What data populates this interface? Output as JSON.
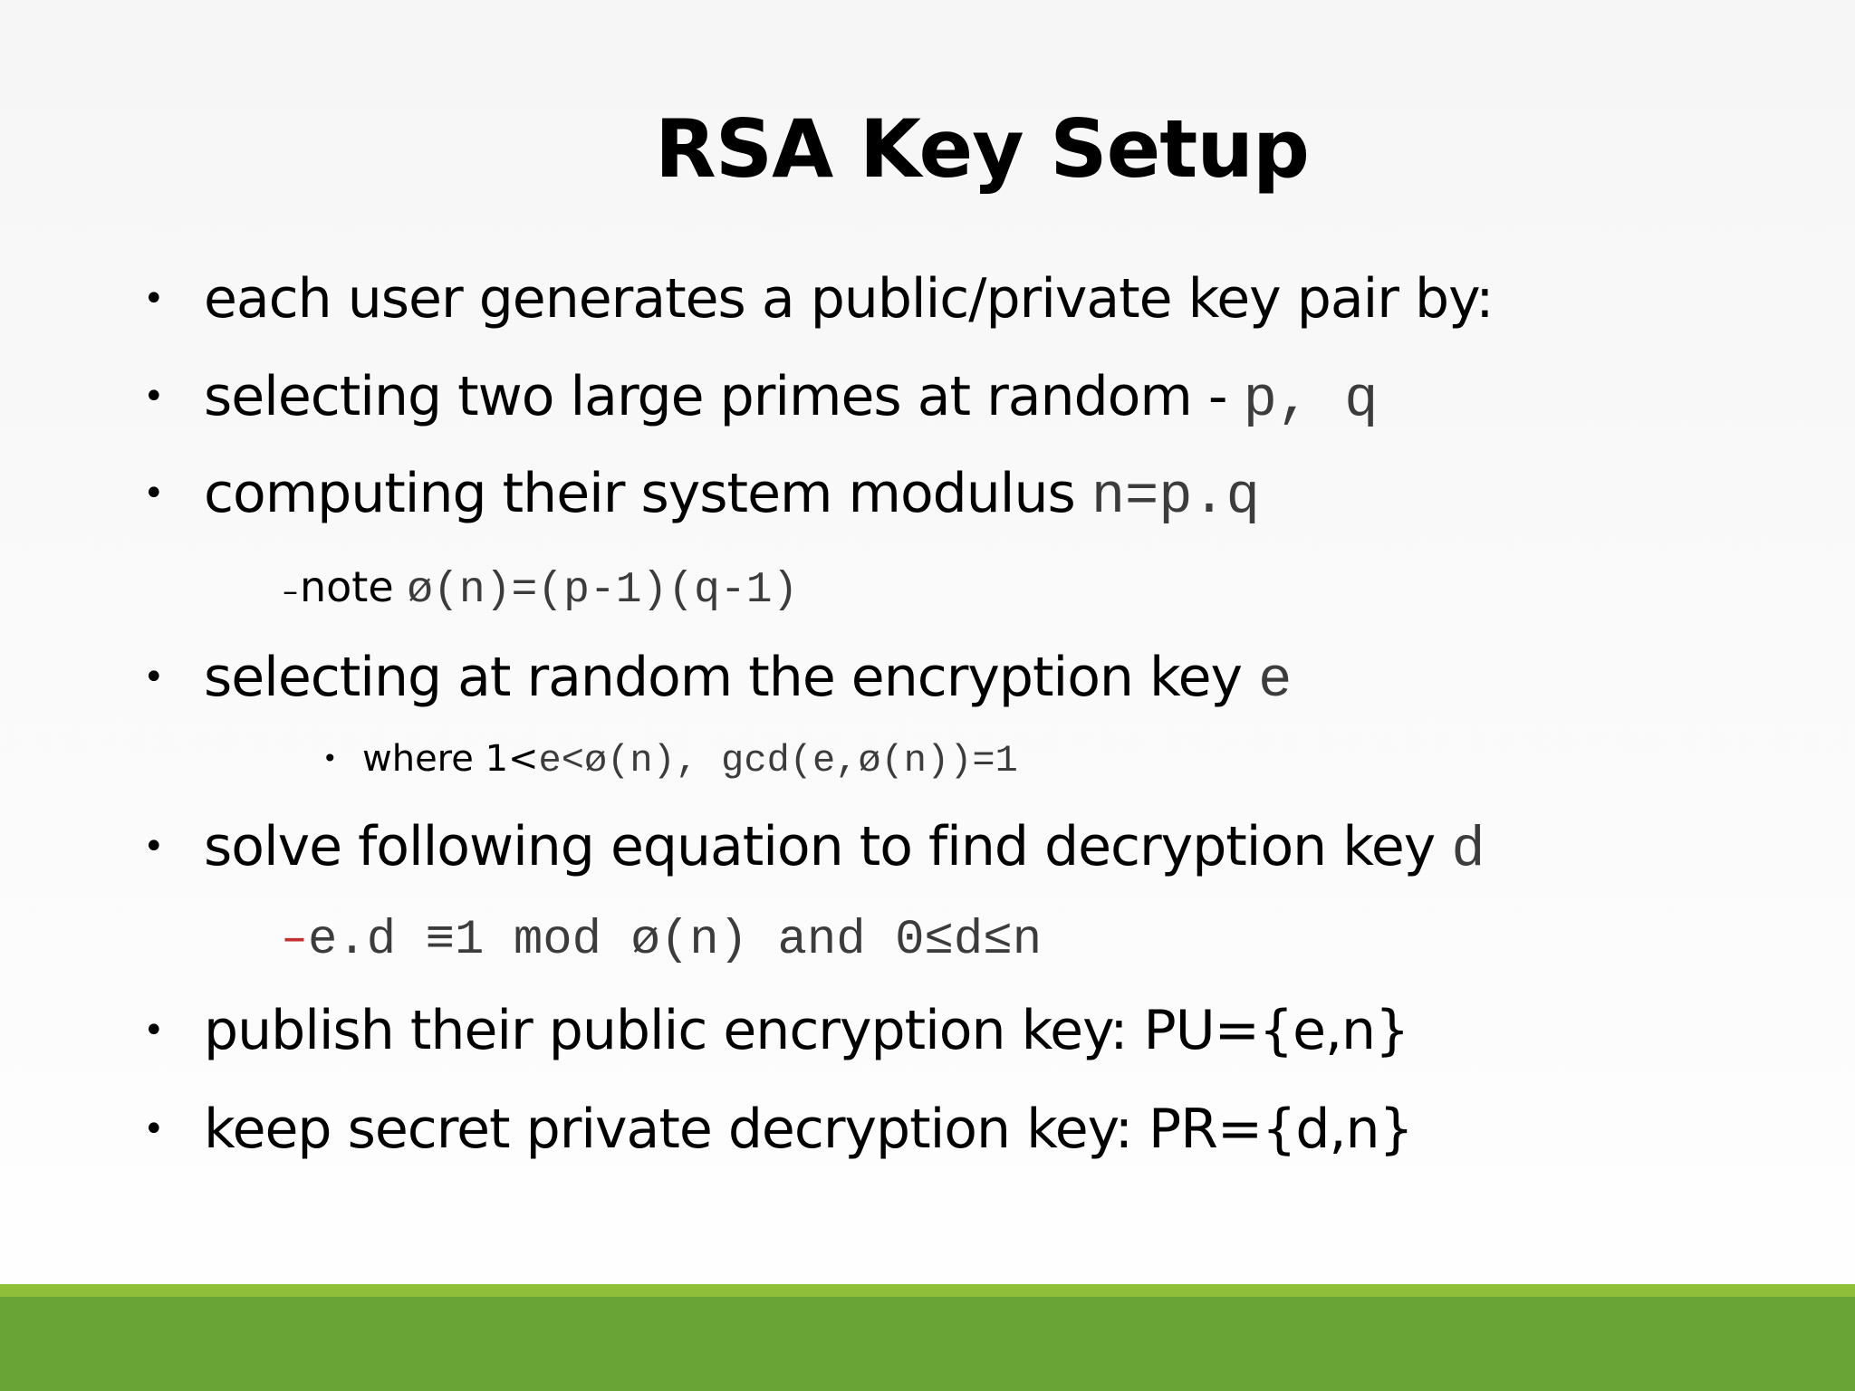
{
  "slide": {
    "title": "RSA Key Setup",
    "bullets": [
      {
        "text": "each user generates a public/private key pair by:"
      },
      {
        "text": "selecting two large primes at random - ",
        "code": "p, q"
      },
      {
        "text": "computing their system modulus ",
        "code": "n=p.q"
      },
      {
        "sub_dash": "–",
        "sub_text": "note ",
        "sub_code": "ø(n)=(p-1)(q-1)"
      },
      {
        "text": "selecting at random the encryption key ",
        "code": "e"
      },
      {
        "sub_text": "where 1<",
        "sub_code": "e<ø(n), gcd(e,ø(n))=1"
      },
      {
        "text": "solve following equation to find decryption key ",
        "code": "d"
      },
      {
        "sub_dash": "–",
        "sub_code": "e.d ≡1 mod ø(n) and 0≤d≤n"
      },
      {
        "text": "publish their public encryption key: PU={e,n}"
      },
      {
        "text": "keep secret private decryption key: PR={d,n}"
      }
    ],
    "bullet_glyph": "•",
    "footer_color": "#68a536",
    "footer_stripe_color": "#8fbf3a",
    "code_color": "#3c3c3c",
    "dash_accent_color": "#c0302f"
  }
}
